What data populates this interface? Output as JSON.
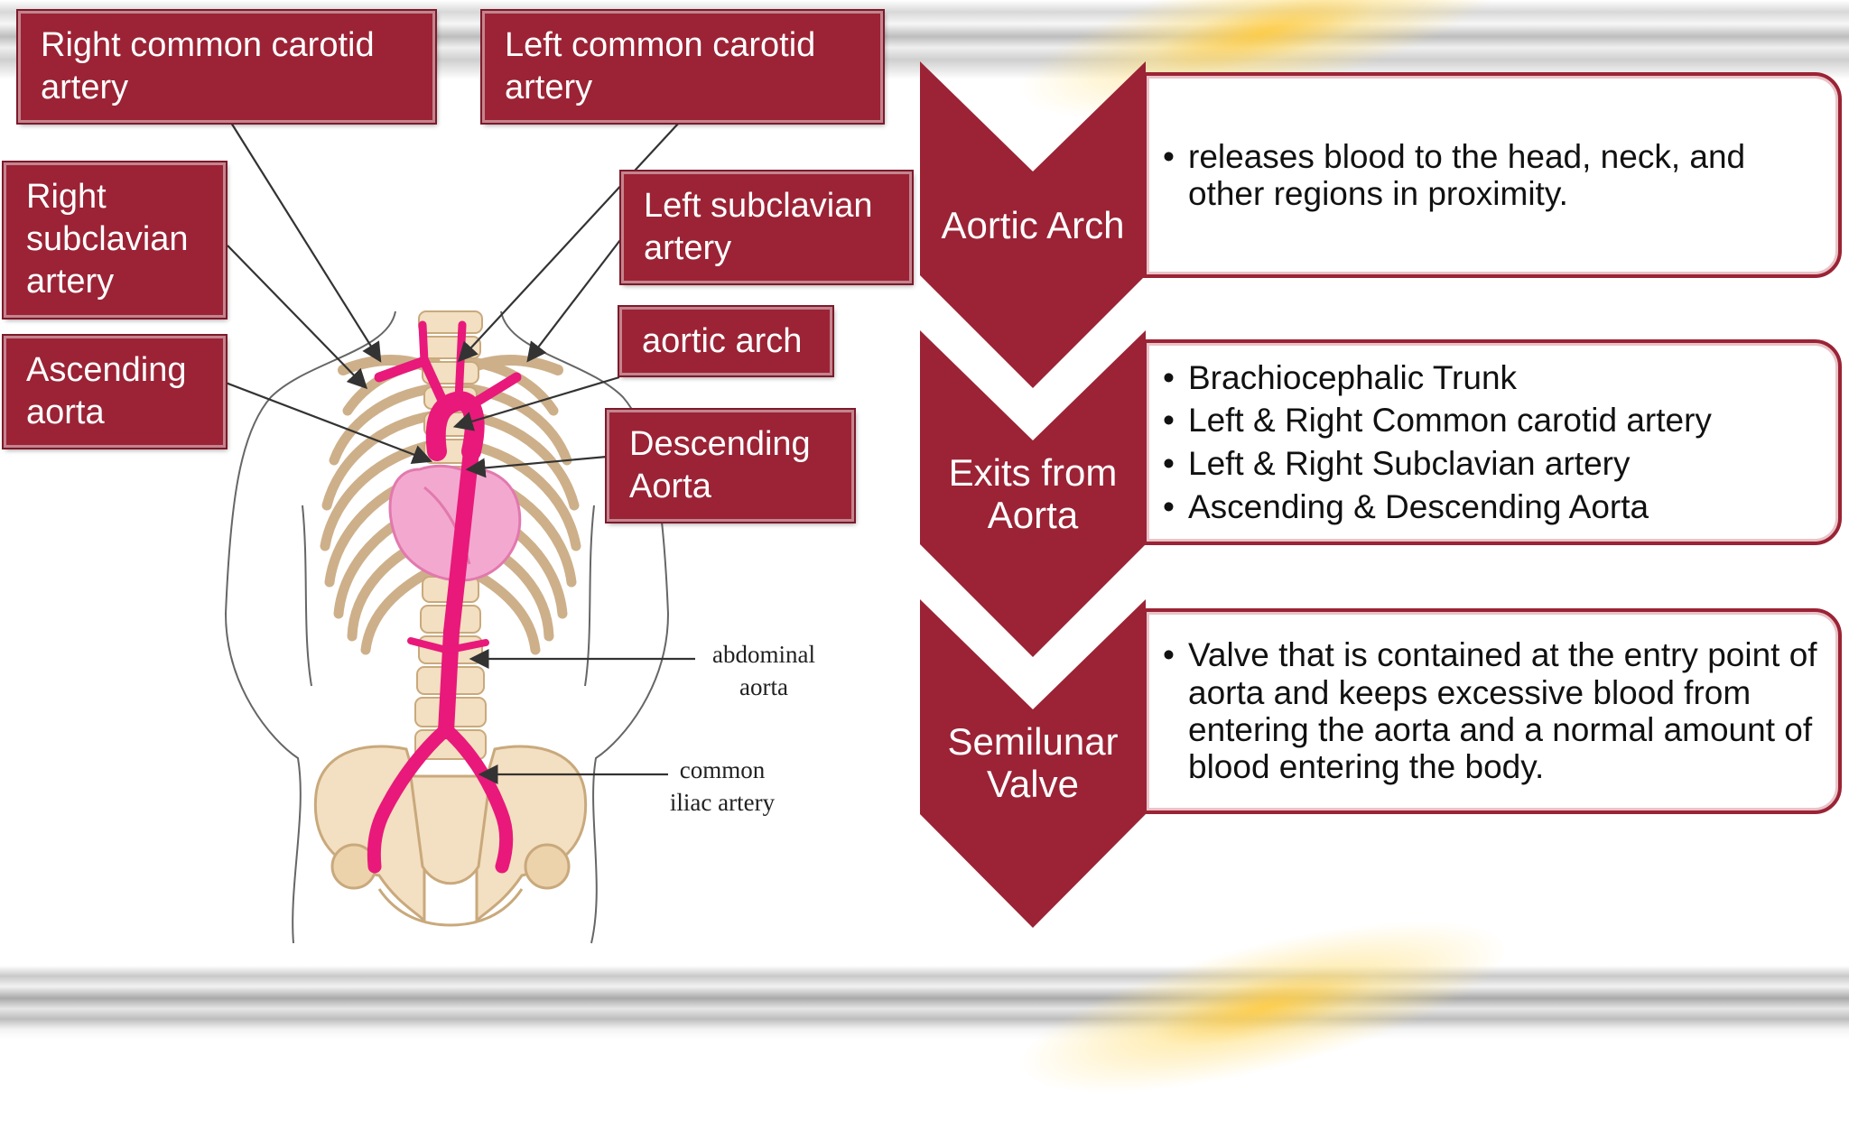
{
  "anatomy_labels": {
    "right_common_carotid": "Right common carotid artery",
    "left_common_carotid": "Left common carotid artery",
    "right_subclavian": "Right subclavian artery",
    "left_subclavian": "Left subclavian artery",
    "ascending_aorta": "Ascending aorta",
    "aortic_arch": "aortic arch",
    "descending_aorta": "Descending Aorta",
    "abdominal_aorta": "abdominal\naorta",
    "common_iliac": "common\niliac artery"
  },
  "sections": [
    {
      "title": "Aortic Arch",
      "bullets": [
        "releases blood to the head, neck, and other regions in proximity."
      ]
    },
    {
      "title": "Exits from Aorta",
      "bullets": [
        "Brachiocephalic Trunk",
        "Left & Right Common carotid artery",
        "Left & Right Subclavian artery",
        "Ascending & Descending Aorta"
      ]
    },
    {
      "title": "Semilunar Valve",
      "bullets": [
        "Valve that is contained at the entry point of aorta and keeps excessive blood from entering the aorta and a normal amount of blood entering the body."
      ]
    }
  ],
  "colors": {
    "accent": "#9b2335",
    "artery": "#e8197a",
    "bone": "#f3dfc1",
    "heart": "#f3a9cf"
  }
}
